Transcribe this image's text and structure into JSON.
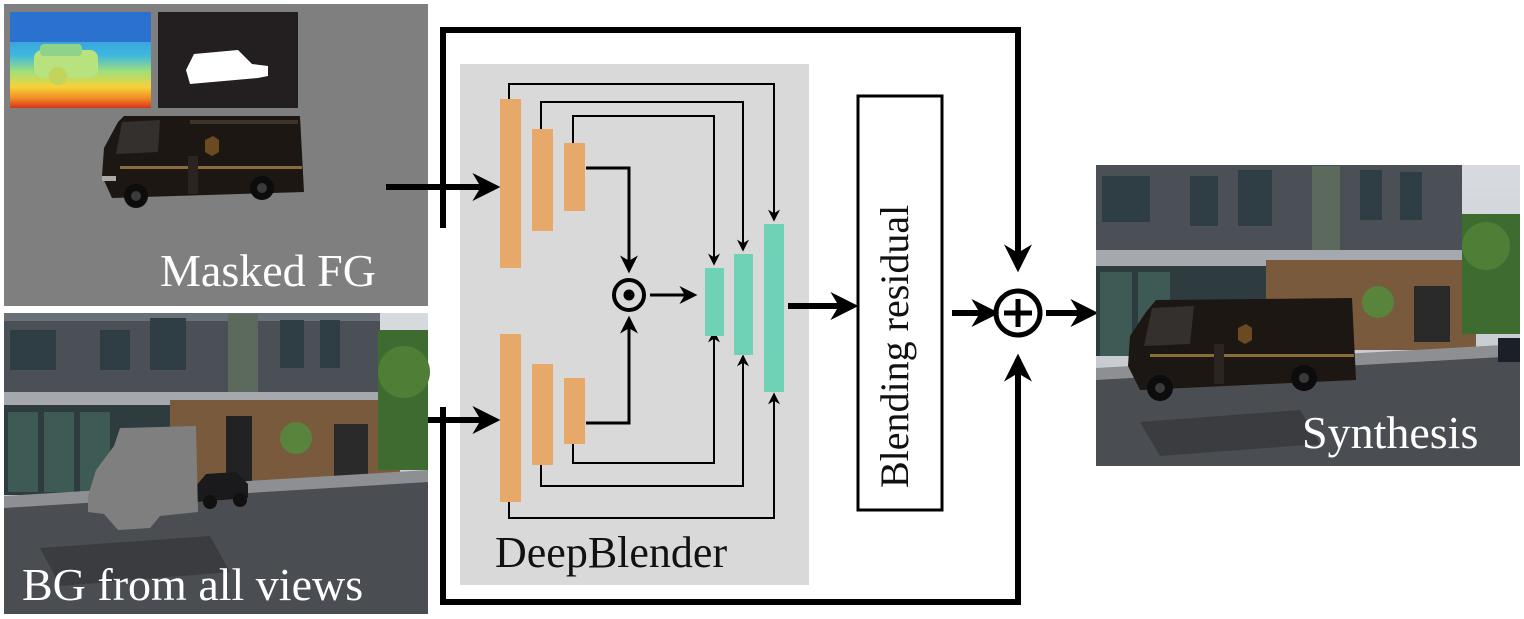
{
  "labels": {
    "masked_fg": "Masked FG",
    "bg_views": "BG from all views",
    "deepblender": "DeepBlender",
    "blending_residual": "Blending residual",
    "synthesis": "Synthesis"
  },
  "operators": {
    "hadamard": "elementwise-product-operator",
    "add": "addition-operator"
  },
  "colors": {
    "encoder": "#e7a96a",
    "decoder": "#6fd1b5",
    "blender_bg": "#d9d9d9",
    "fg_panel": "#7f7f7f",
    "arrow": "#000000"
  }
}
